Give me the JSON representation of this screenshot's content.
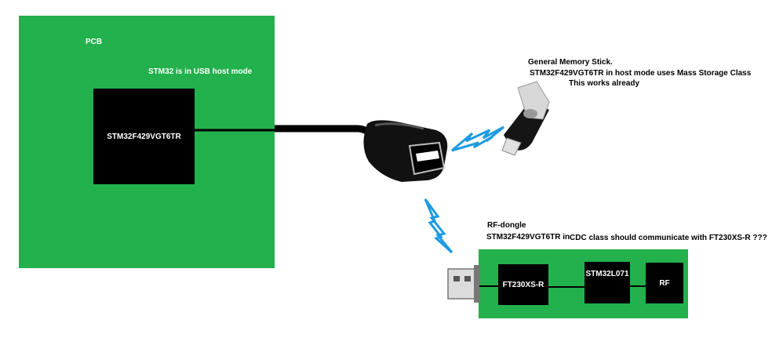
{
  "pcb": {
    "label": "PCB",
    "mode_note": "STM32 is in USB host mode",
    "chip_label": "STM32F429VGT6TR"
  },
  "memory_stick": {
    "title": "General Memory Stick.",
    "line1": "STM32F429VGT6TR in host mode uses Mass Storage Class",
    "line2": "This works already"
  },
  "rf_dongle": {
    "title": "RF-dongle",
    "line_prefix": "STM32F429VGT6TR in",
    "line_suffix": "CDC class should communicate with FT230XS-R   ???",
    "chips": [
      "FT230XS-R",
      "STM32L071",
      "RF"
    ]
  },
  "colors": {
    "pcb_green": "#22b14c",
    "chip_black": "#000000",
    "lightning_blue": "#1e9be0"
  }
}
